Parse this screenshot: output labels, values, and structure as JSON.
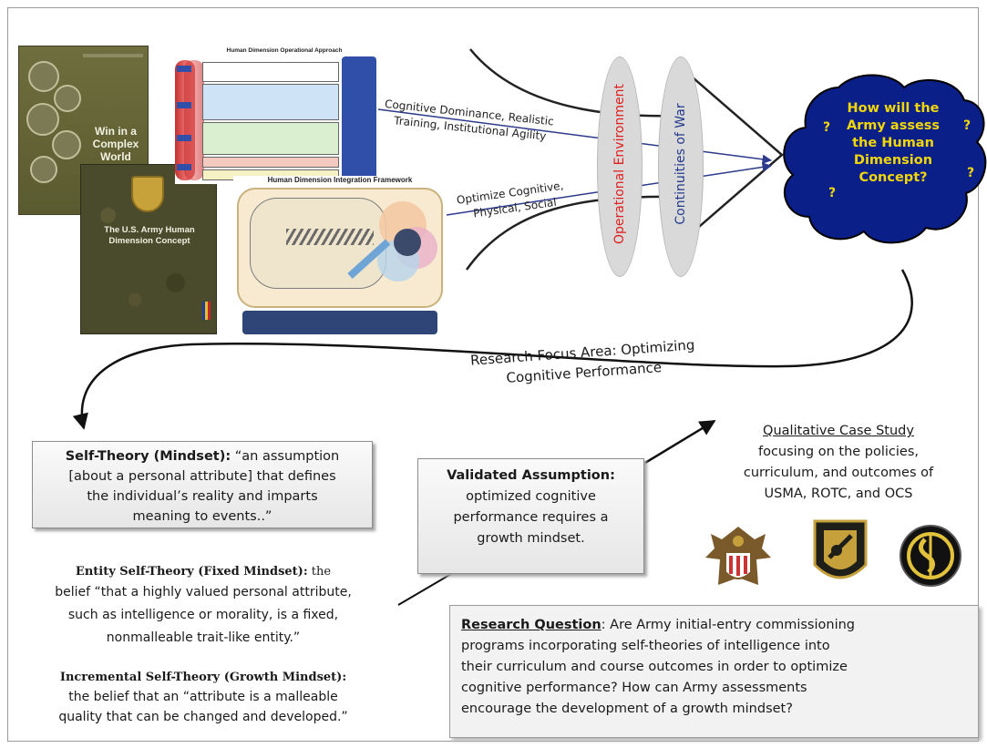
{
  "books": {
    "book1_title": "Win in a Complex World",
    "book2_title": "The U.S. Army Human Dimension Concept"
  },
  "diagrams": {
    "approach_title": "Human Dimension Operational Approach",
    "integration_title": "Human Dimension Integration Framework"
  },
  "arrows": {
    "upper_label": [
      "Cognitive Dominance, Realistic",
      "Training, Institutional Agility"
    ],
    "lower_label": [
      "Optimize Cognitive,",
      "Physical, Social"
    ]
  },
  "ellipses": {
    "left_label": "Operational Environment",
    "right_label": "Continuities of War"
  },
  "cloud": {
    "question": [
      "How will the",
      "Army assess",
      "the Human",
      "Dimension",
      "Concept?"
    ],
    "mark": "?"
  },
  "focus": {
    "lines": [
      "Research Focus Area: Optimizing",
      "Cognitive Performance"
    ]
  },
  "self_theory": {
    "head": "Self-Theory (Mindset):",
    "line1": " “an assumption",
    "line2": "[about a personal attribute] that defines",
    "line3": "the individual’s reality and imparts",
    "line4": "meaning to events..”"
  },
  "entity": {
    "head": "Entity Self-Theory (Fixed Mindset):",
    "tail": " the",
    "line2": "belief “that a highly valued personal attribute,",
    "line3": "such as intelligence or morality, is a fixed,",
    "line4": "nonmalleable trait-like entity.”"
  },
  "incremental": {
    "head": "Incremental Self-Theory (Growth Mindset):",
    "line2": "the belief that an “attribute is a malleable",
    "line3": "quality that can be changed and developed.”"
  },
  "validated": {
    "head": "Validated Assumption:",
    "line2": "optimized cognitive",
    "line3": "performance requires a",
    "line4": "growth mindset."
  },
  "case_study": {
    "title": "Qualitative Case Study",
    "line2": "focusing on the policies,",
    "line3": "curriculum, and outcomes of",
    "line4": "USMA, ROTC, and OCS"
  },
  "research_question": {
    "head": "Research Question",
    "line1": ": Are Army initial-entry commissioning",
    "line2": "programs incorporating self-theories of intelligence into",
    "line3": "their curriculum and course outcomes in order to optimize",
    "line4": "cognitive performance? How can Army assessments",
    "line5": "encourage the development of a growth mindset?"
  },
  "colors": {
    "cloud_fill": "#0b1f88",
    "cloud_text": "#f2d60c",
    "operational_text": "#e0201e",
    "continuities_text": "#233a8c",
    "arrow_stroke": "#2b3a8a"
  }
}
